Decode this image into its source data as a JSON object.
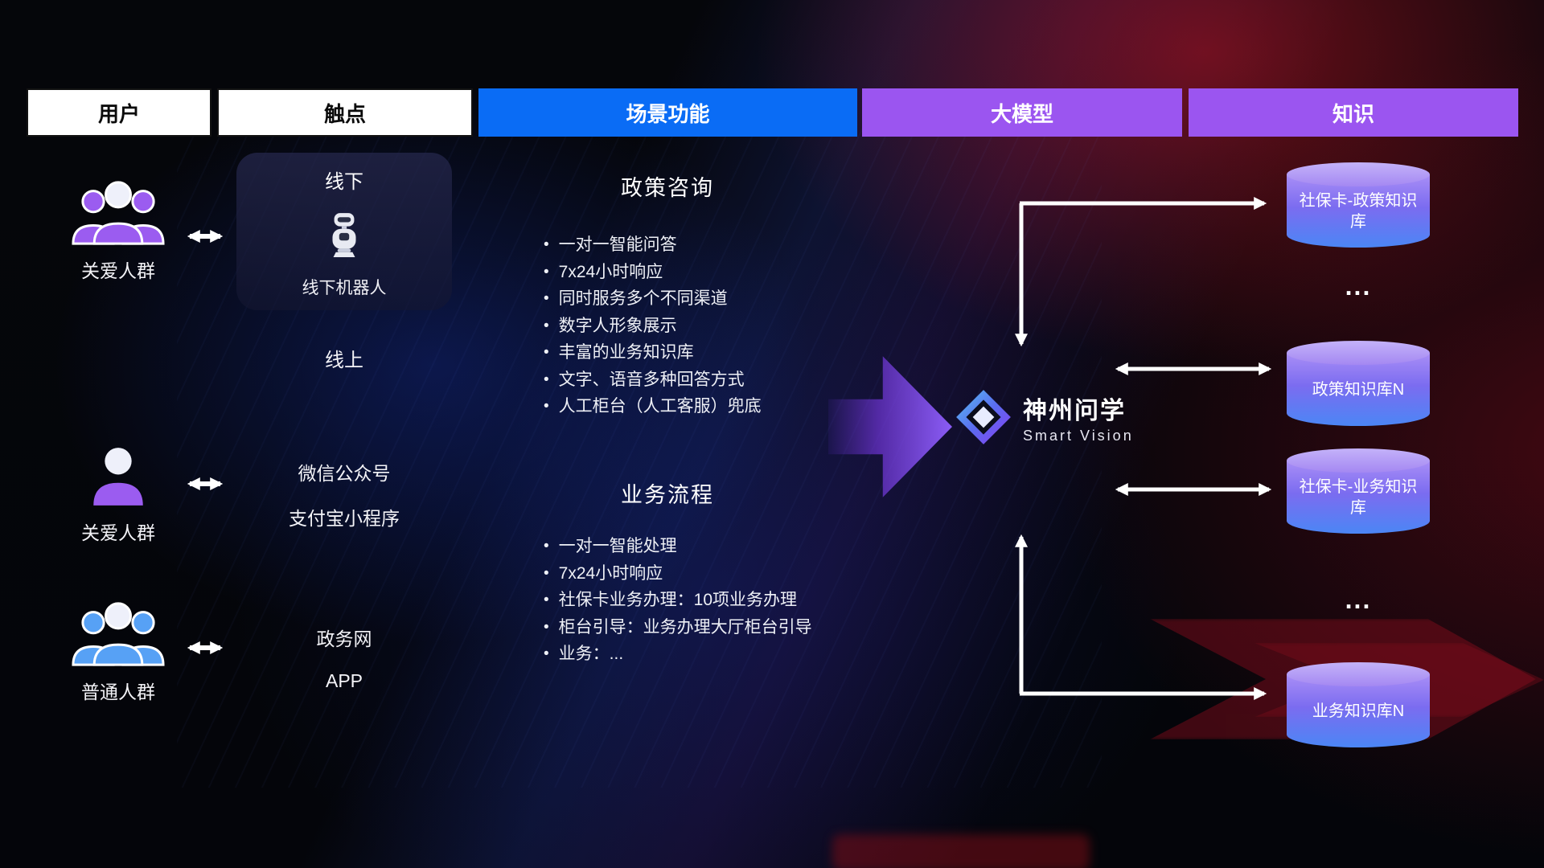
{
  "header": {
    "col_user": "用户",
    "col_touchpoint": "触点",
    "col_scene": "场景功能",
    "col_model": "大模型",
    "col_knowledge": "知识"
  },
  "users": {
    "group1_label": "关爱人群",
    "group2_label": "关爱人群",
    "group3_label": "普通人群"
  },
  "touchpoints": {
    "offline_title": "线下",
    "offline_robot": "线下机器人",
    "online_title": "线上",
    "wechat": "微信公众号",
    "alipay": "支付宝小程序",
    "gov_web": "政务网",
    "app": "APP"
  },
  "scene_policy": {
    "title": "政策咨询",
    "items": [
      "一对一智能问答",
      "7x24小时响应",
      "同时服务多个不同渠道",
      "数字人形象展示",
      "丰富的业务知识库",
      "文字、语音多种回答方式",
      "人工柜台（人工客服）兜底"
    ]
  },
  "scene_business": {
    "title": "业务流程",
    "items": [
      "一对一智能处理",
      "7x24小时响应",
      "社保卡业务办理：10项业务办理",
      "柜台引导：业务办理大厅柜台引导",
      "业务：..."
    ]
  },
  "model": {
    "name": "神州问学",
    "subtitle": "Smart Vision"
  },
  "knowledge": {
    "db1": "社保卡-政策知识库",
    "ellipsis1": "...",
    "db2": "政策知识库N",
    "db3": "社保卡-业务知识库",
    "ellipsis2": "...",
    "db4": "业务知识库N"
  },
  "colors": {
    "scene_header": "#0a6cf5",
    "model_header": "#9b55f0",
    "db_gradient_top": "#a98ef6",
    "db_gradient_bottom": "#4b86f5",
    "user_purple": "#9b5cf0",
    "user_blue": "#57a1f5",
    "accent_purple": "#8b5cf6"
  }
}
